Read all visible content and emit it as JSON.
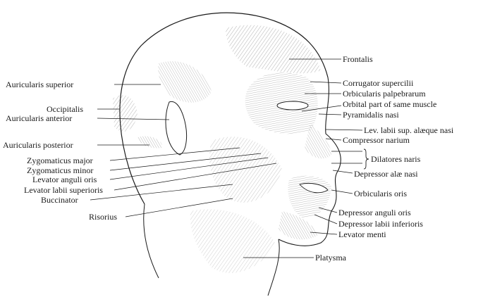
{
  "figure": {
    "line_color": "#1a1a1a",
    "hatch_color": "#5a5a5a"
  },
  "labels": {
    "frontalis": "Frontalis",
    "corrugator_supercilii": "Corrugator supercilii",
    "orbicularis_palpebrarum": "Orbicularis palpebrarum",
    "orbital_part": "Orbital part of same muscle",
    "pyramidalis_nasi": "Pyramidalis nasi",
    "lev_labii_sup_alaeque_nasi": "Lev. labii sup. alæque nasi",
    "compressor_narium": "Compressor narium",
    "dilatores_naris": "Dilatores naris",
    "depressor_alae_nasi": "Depressor alæ nasi",
    "orbicularis_oris": "Orbicularis oris",
    "depressor_anguli_oris": "Depressor anguli oris",
    "depressor_labii_inferioris": "Depressor labii inferioris",
    "levator_menti": "Levator menti",
    "platysma": "Platysma",
    "auricularis_superior": "Auricularis superior",
    "occipitalis": "Occipitalis",
    "auricularis_anterior": "Auricularis anterior",
    "auricularis_posterior": "Auricularis posterior",
    "zygomaticus_major": "Zygomaticus major",
    "zygomaticus_minor": "Zygomaticus minor",
    "levator_anguli_oris": "Levator anguli oris",
    "levator_labii_superioris": "Levator labii superioris",
    "buccinator": "Buccinator",
    "risorius": "Risorius"
  }
}
